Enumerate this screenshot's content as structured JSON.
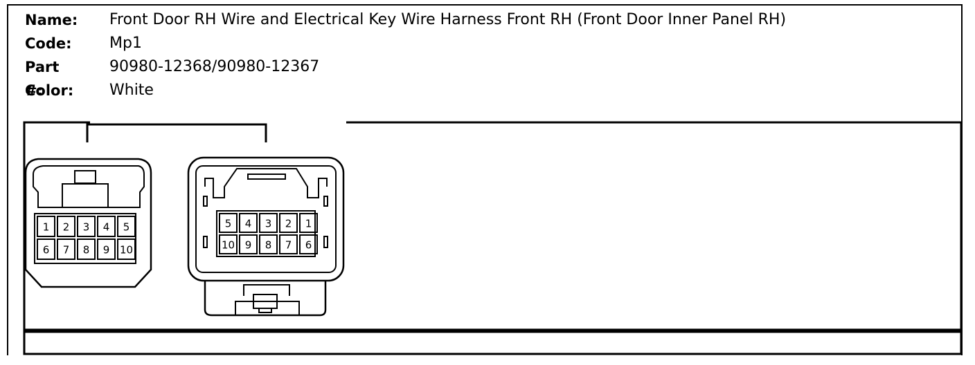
{
  "info": {
    "name_label": "Name:",
    "name_value": "Front Door RH Wire and Electrical Key Wire Harness Front RH (Front Door Inner Panel RH)",
    "code_label": "Code:",
    "code_value": "Mp1",
    "part_label": "Part #:",
    "part_value": "90980-12368/90980-12367",
    "color_label": "Color:",
    "color_value": "White"
  },
  "connector_left": {
    "pins_top": [
      "1",
      "2",
      "3",
      "4",
      "5"
    ],
    "pins_bottom": [
      "6",
      "7",
      "8",
      "9",
      "10"
    ]
  },
  "connector_right": {
    "pins_top": [
      "5",
      "4",
      "3",
      "2",
      "1"
    ],
    "pins_bottom": [
      "10",
      "9",
      "8",
      "7",
      "6"
    ]
  }
}
